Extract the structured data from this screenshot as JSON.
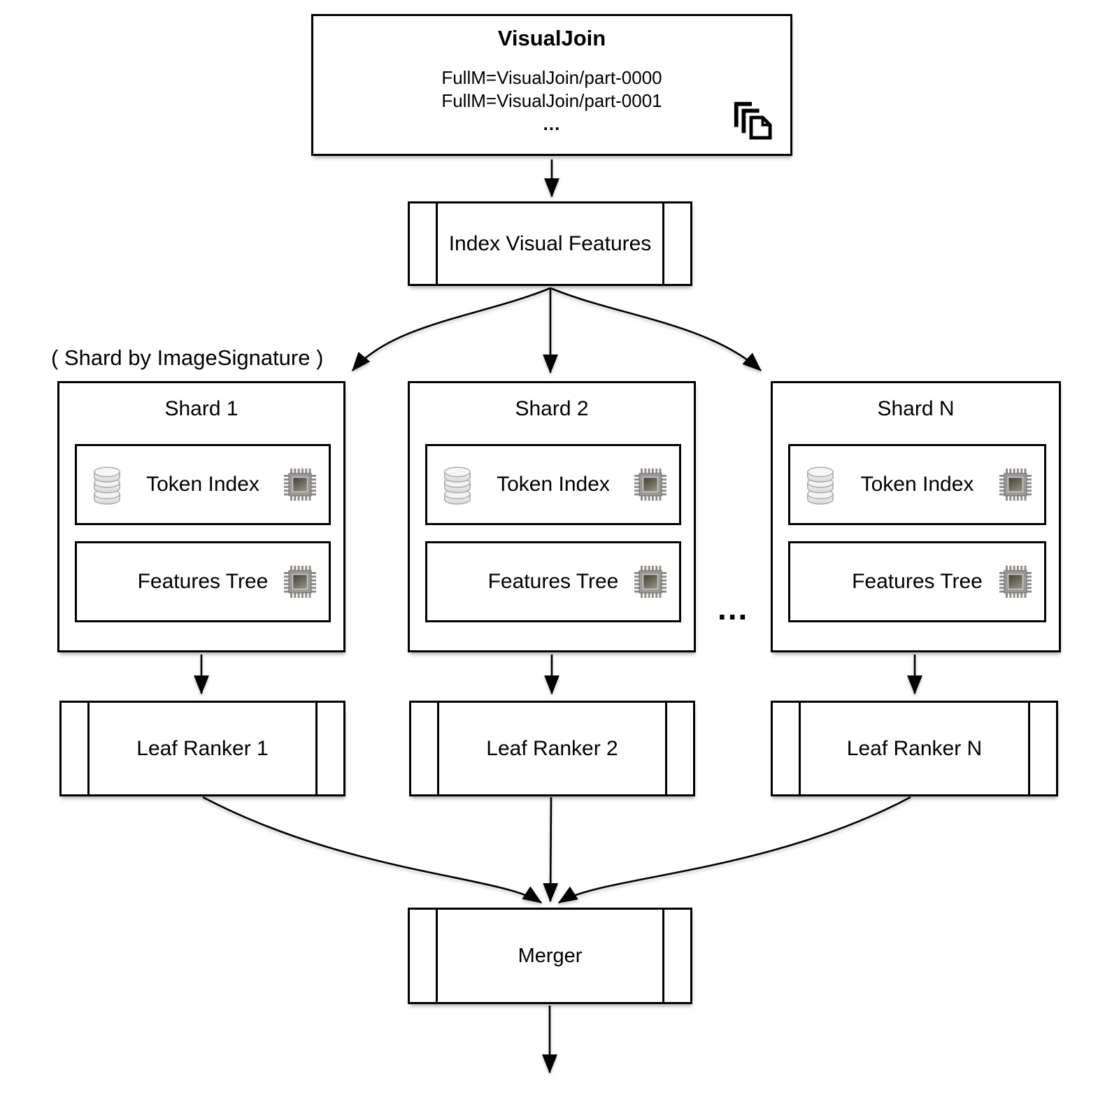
{
  "source_box": {
    "title": "VisualJoin",
    "lines": [
      "FullM=VisualJoin/part-0000",
      "FullM=VisualJoin/part-0001",
      "..."
    ]
  },
  "index_process": {
    "label": "Index Visual Features"
  },
  "shard_note": "( Shard by ImageSignature )",
  "shards": [
    {
      "title": "Shard 1",
      "token_index_label": "Token Index",
      "features_tree_label": "Features Tree"
    },
    {
      "title": "Shard 2",
      "token_index_label": "Token Index",
      "features_tree_label": "Features Tree"
    },
    {
      "title": "Shard N",
      "token_index_label": "Token Index",
      "features_tree_label": "Features Tree"
    }
  ],
  "shards_ellipsis": "...",
  "leaf_rankers": [
    {
      "label": "Leaf Ranker 1"
    },
    {
      "label": "Leaf Ranker 2"
    },
    {
      "label": "Leaf Ranker N"
    }
  ],
  "merger": {
    "label": "Merger"
  },
  "icons": {
    "source_files": "documents-icon",
    "token_index_storage": "database-icon",
    "compute": "chip-icon"
  },
  "colors": {
    "stroke": "#000000",
    "background": "#ffffff",
    "chip_body": "#9a9894",
    "chip_die_dark": "#413e36",
    "chip_die_light": "#8c897d",
    "db_fill": "#e9e9e9"
  }
}
